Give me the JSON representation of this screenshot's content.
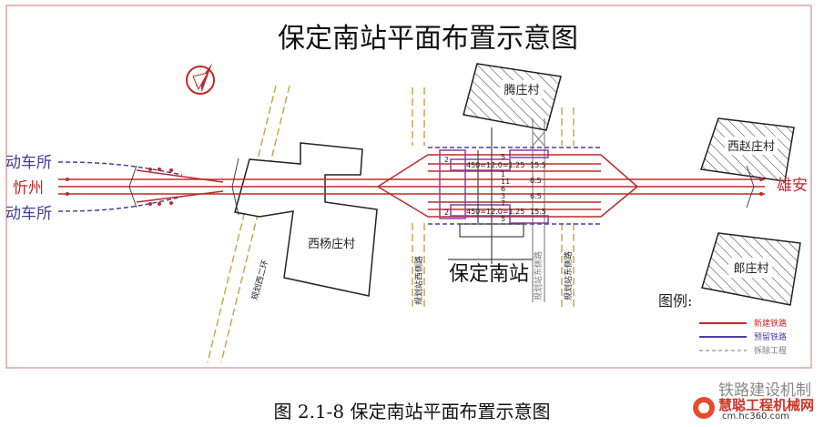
{
  "title": "保定南站平面布置示意图",
  "caption": "图 2.1-8 保定南站平面布置示意图",
  "watermark": "铁路建设机制",
  "logo": {
    "name": "慧聪工程机械网",
    "domain": "cm.hc360.com"
  },
  "labels": {
    "left_top": "动车所",
    "left_mid": "忻州",
    "left_bottom": "动车所",
    "right_mid": "雄安",
    "station": "保定南站",
    "village_kuazhuang": "腾庄村",
    "village_xiyang": "西杨庄村",
    "village_xizhao": "西赵庄村",
    "village_lang": "郎庄村",
    "road_west2": "规划西二环",
    "road_station_west": "规划站西侧路",
    "road_station_east": "规划站东侧路",
    "road_station_east2": "规划站东侧路"
  },
  "track_marks": {
    "platform_left_top": "2",
    "platform_left_bottom": "2",
    "dims_top": "450=12.0=1.25",
    "dims_bottom": "450=12.0=1.25",
    "r1": "15.5",
    "r2": "6.5",
    "r3": "6.5",
    "r4": "15.5",
    "n1": "5",
    "n2": "1",
    "n3": "11",
    "n4": "6",
    "n5": "3",
    "n6": "7",
    "n7": "5"
  },
  "legend": {
    "title": "图例:",
    "items": [
      {
        "label": "新建铁路",
        "color": "#c0282a"
      },
      {
        "label": "预留铁路",
        "color": "#4b3ea0"
      },
      {
        "label": "拆除工程",
        "color": "#777777"
      }
    ]
  },
  "colors": {
    "new_rail": "#c0282a",
    "reserved_rail": "#4b3ea0",
    "road": "#c8a84b",
    "border": "#d88a8a",
    "text_blue": "#3a3f9a",
    "text_red": "#c0282a"
  }
}
